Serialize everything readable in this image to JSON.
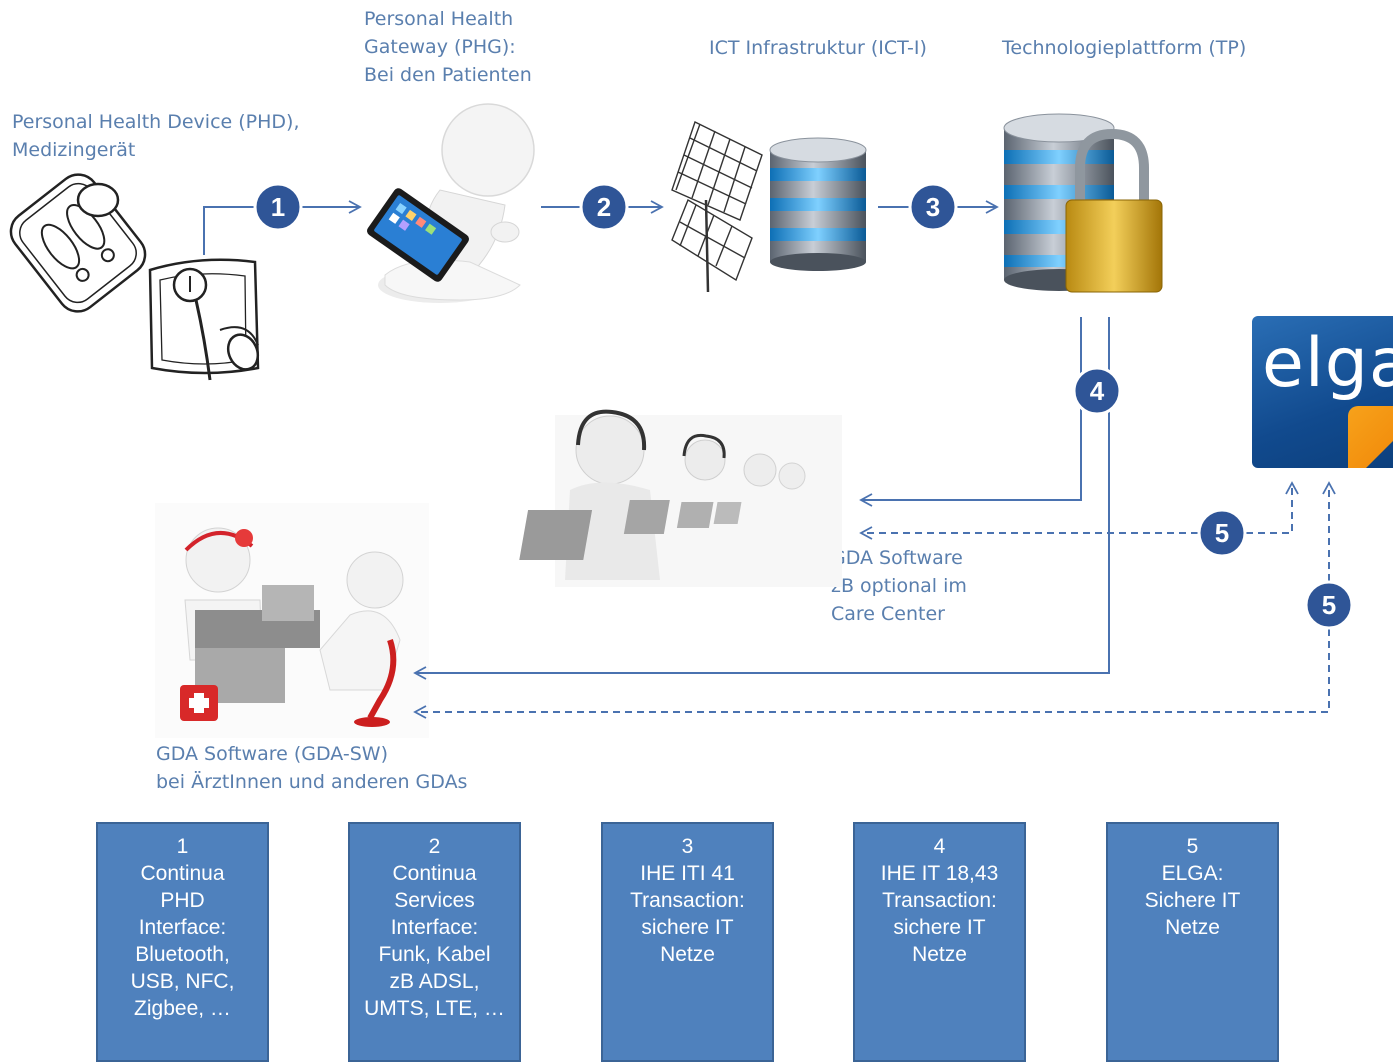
{
  "labels": {
    "phd": "Personal Health Device  (PHD),\nMedizingerät",
    "phg": "Personal Health\nGateway (PHG):\nBei den Patienten",
    "ict": "ICT Infrastruktur (ICT-I)",
    "tp": "Technologieplattform (TP)",
    "care_center": "GDA Software\nzB optional im\nCare Center",
    "gda_sw": "GDA Software (GDA-SW)\nbei ÄrztInnen und anderen GDAs"
  },
  "markers": {
    "m1": "1",
    "m2": "2",
    "m3": "3",
    "m4": "4",
    "m5a": "5",
    "m5b": "5"
  },
  "logo": {
    "text": "elga"
  },
  "legend_boxes": [
    {
      "text": "1\nContinua\nPHD\nInterface:\nBluetooth,\nUSB, NFC,\nZigbee, …"
    },
    {
      "text": "2\nContinua\nServices\nInterface:\nFunk, Kabel\nzB ADSL,\nUMTS, LTE, …"
    },
    {
      "text": "3\nIHE ITI  41\nTransaction:\nsichere IT\nNetze"
    },
    {
      "text": "4\nIHE IT 18,43\nTransaction:\nsichere IT\nNetze"
    },
    {
      "text": "5\nELGA:\nSichere IT\nNetze"
    }
  ],
  "colors": {
    "label_blue": "#5a7fae",
    "marker_fill": "#2f5597",
    "line_blue": "#4a72b0",
    "box_fill": "#4f81bd",
    "logo_blue": "#114a8e",
    "logo_orange": "#f39200"
  },
  "icons": [
    "scale-icon",
    "blood-pressure-cuff-icon",
    "person-with-tablet-icon",
    "antenna-icon",
    "database-icon",
    "secure-database-icon",
    "elga-logo",
    "call-center-icon",
    "doctor-patient-icon"
  ]
}
